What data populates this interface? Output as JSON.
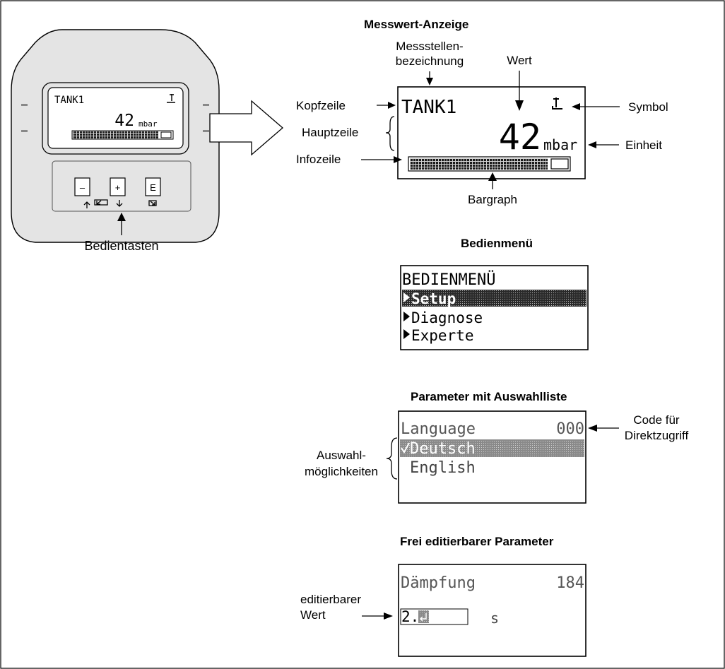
{
  "device": {
    "lcd_tag": "TANK1",
    "lcd_value": "42",
    "lcd_unit": "mbar",
    "keys": {
      "minus": "–",
      "plus": "+",
      "enter": "E"
    },
    "label_keys": "Bedientasten"
  },
  "measurement_display": {
    "title": "Messwert-Anzeige",
    "label_tag_line1": "Messstellen-",
    "label_tag_line2": "bezeichnung",
    "label_value": "Wert",
    "label_header": "Kopfzeile",
    "label_main": "Hauptzeile",
    "label_info": "Infozeile",
    "label_symbol": "Symbol",
    "label_unit": "Einheit",
    "label_bargraph": "Bargraph",
    "lcd_tag": "TANK1",
    "lcd_value": "42",
    "lcd_unit": "mbar"
  },
  "operating_menu": {
    "title": "Bedienmenü",
    "menu_title": "BEDIENMENÜ",
    "items": [
      "Setup",
      "Diagnose",
      "Experte"
    ],
    "selected_index": 0
  },
  "selection_list": {
    "title": "Parameter mit Auswahlliste",
    "param_name": "Language",
    "param_code": "000",
    "options": [
      "Deutsch",
      "English"
    ],
    "selected_index": 0,
    "label_options_line1": "Auswahl-",
    "label_options_line2": "möglichkeiten",
    "label_code_line1": "Code für",
    "label_code_line2": "Direktzugriff"
  },
  "editable_param": {
    "title": "Frei editierbarer Parameter",
    "param_name": "Dämpfung",
    "param_code": "184",
    "value": "2.",
    "unit": "s",
    "label_line1": "editierbarer",
    "label_line2": "Wert"
  }
}
